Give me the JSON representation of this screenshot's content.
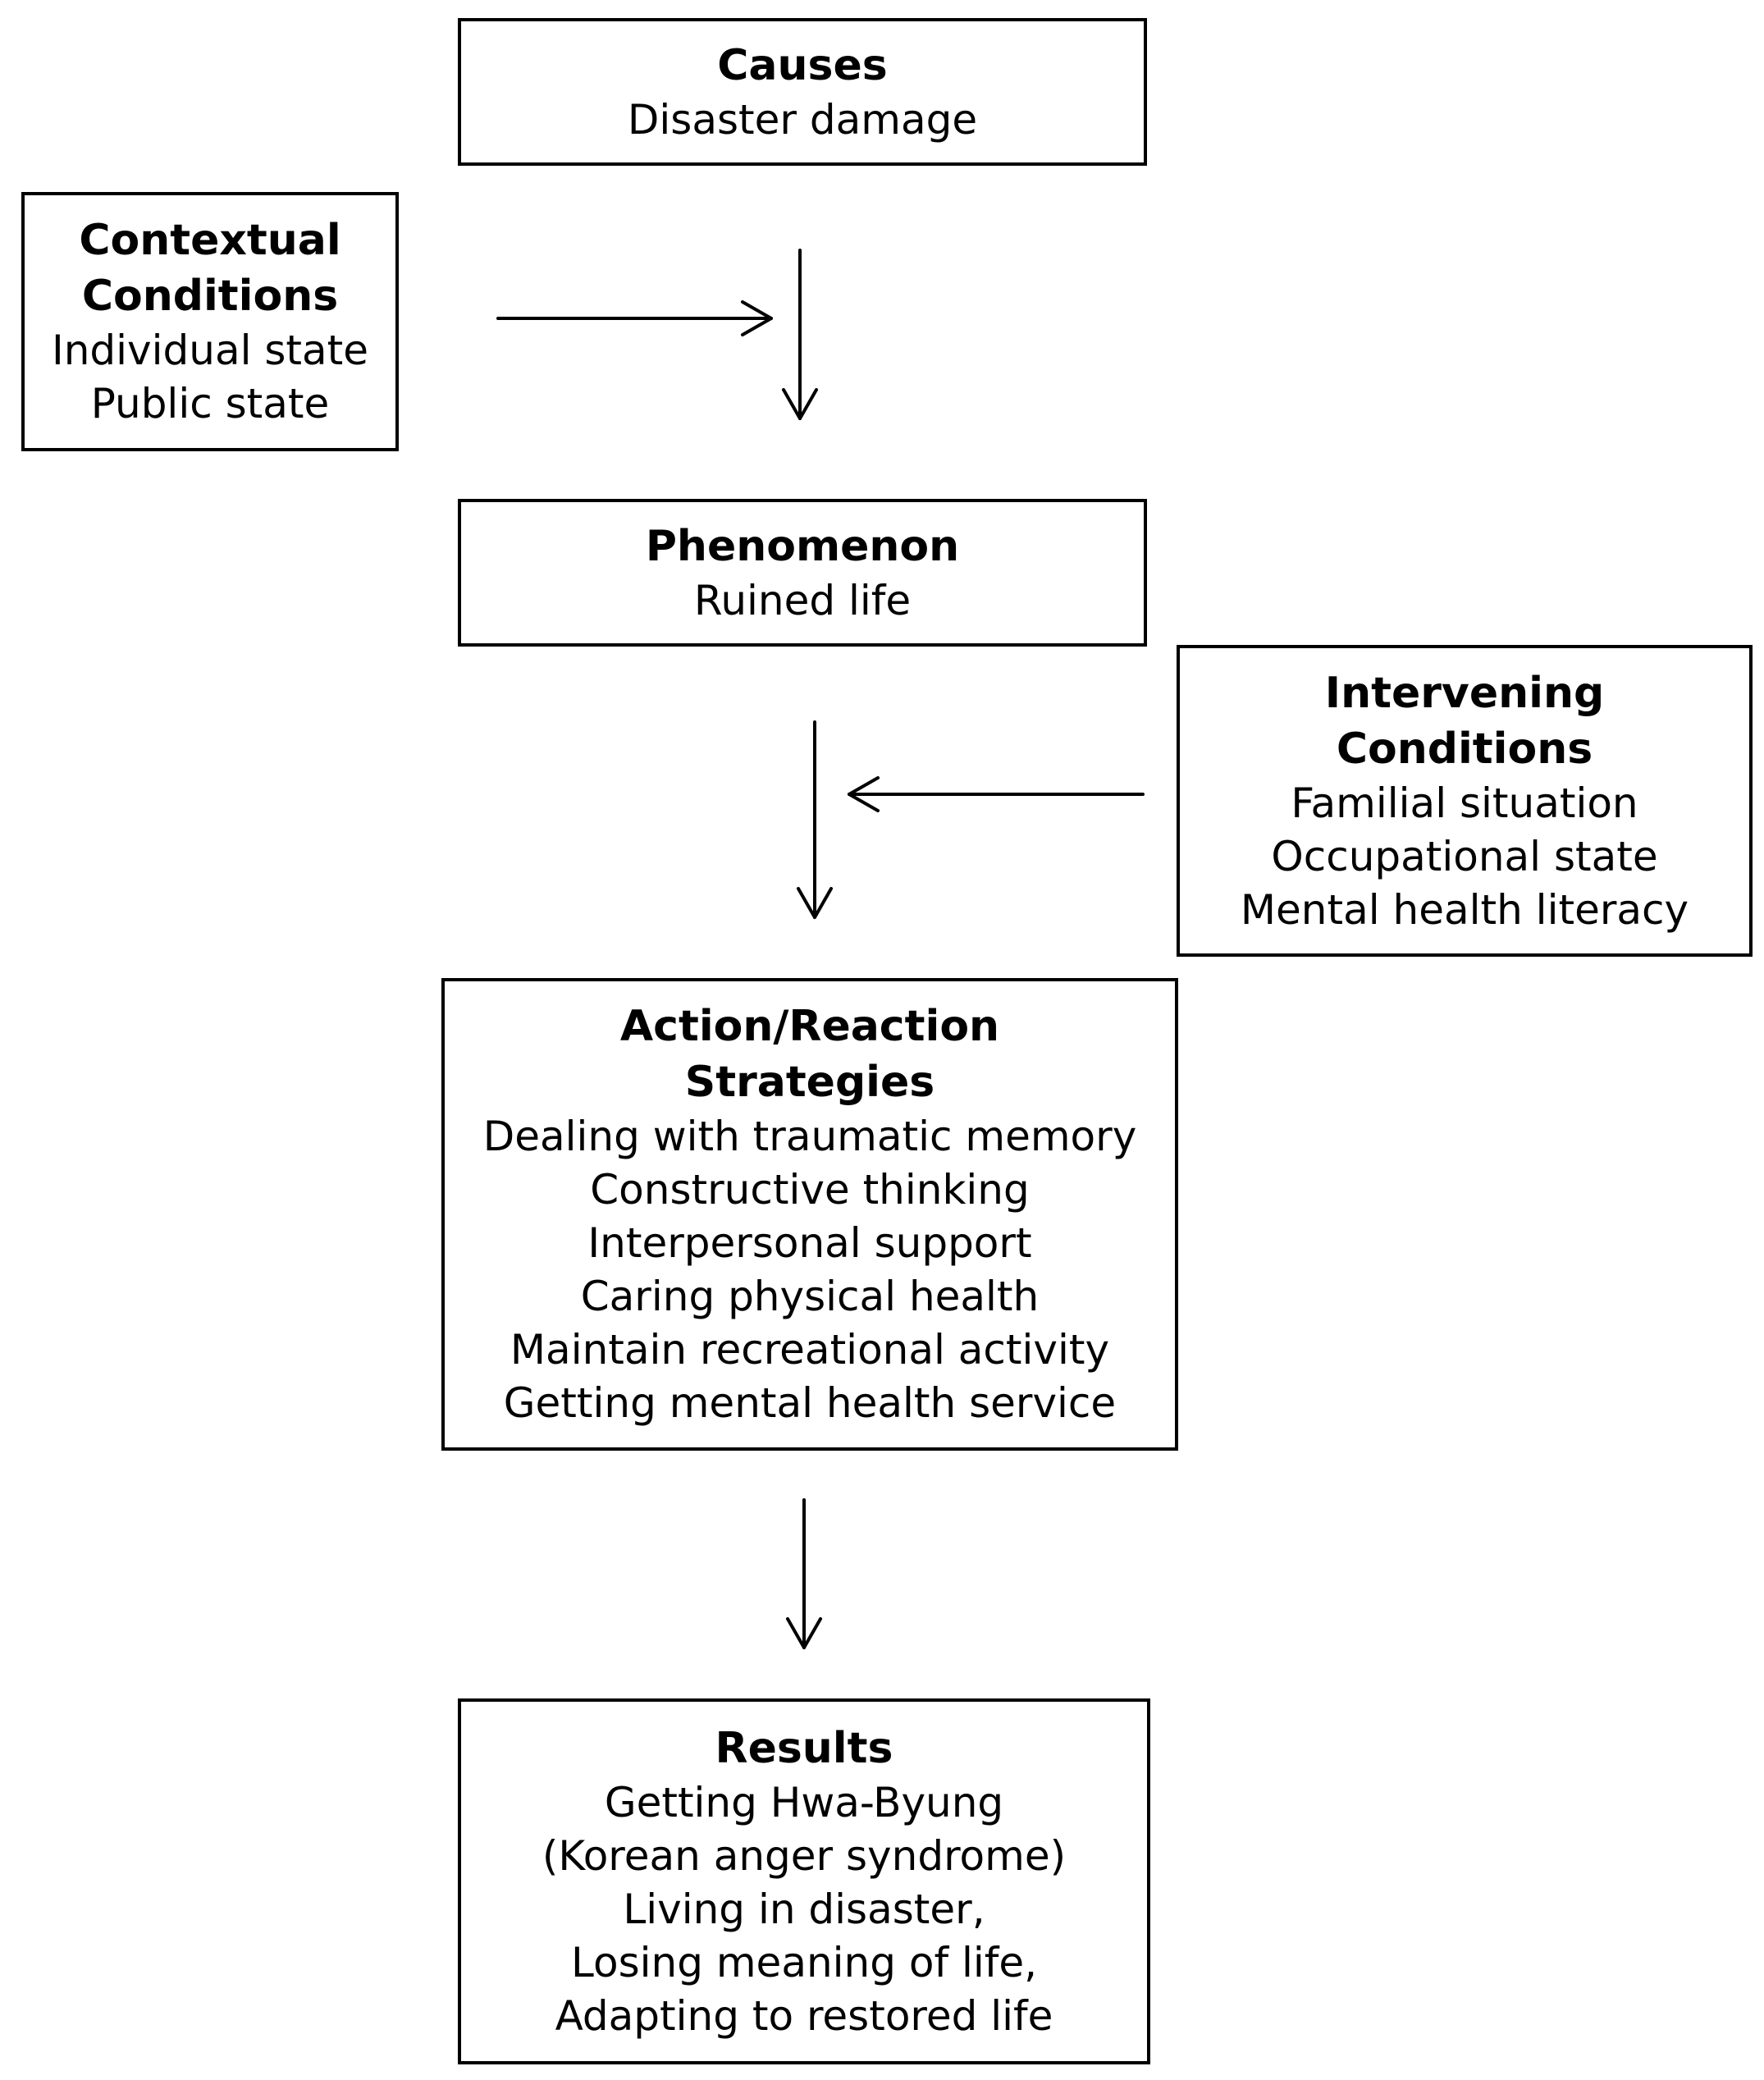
{
  "causes": {
    "heading": "Causes",
    "items": [
      "Disaster damage"
    ]
  },
  "contextual": {
    "heading_lines": [
      "Contextual",
      "Conditions"
    ],
    "items": [
      "Individual state",
      "Public state"
    ]
  },
  "phenomenon": {
    "heading": "Phenomenon",
    "items": [
      "Ruined life"
    ]
  },
  "intervening": {
    "heading_lines": [
      "Intervening",
      "Conditions"
    ],
    "items": [
      "Familial situation",
      "Occupational state",
      "Mental health literacy"
    ]
  },
  "action": {
    "heading_lines": [
      "Action/Reaction",
      "Strategies"
    ],
    "items": [
      "Dealing with traumatic memory",
      "Constructive thinking",
      "Interpersonal support",
      "Caring physical health",
      "Maintain recreational activity",
      "Getting mental health service"
    ]
  },
  "results": {
    "heading": "Results",
    "items": [
      "Getting Hwa-Byung",
      "(Korean anger syndrome)",
      "Living in disaster,",
      "Losing meaning of life,",
      "Adapting to restored life"
    ]
  },
  "colors": {
    "line": "#000000",
    "background": "#ffffff"
  }
}
